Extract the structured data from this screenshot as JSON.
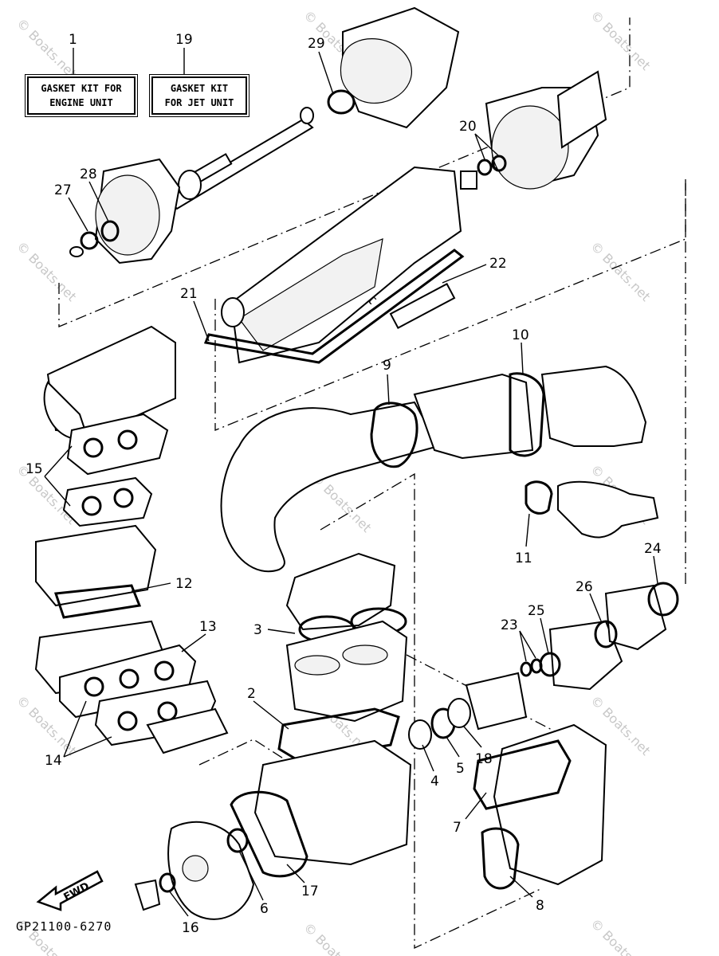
{
  "kits": [
    {
      "number": "1",
      "line1": "GASKET KIT FOR",
      "line2": "ENGINE UNIT"
    },
    {
      "number": "19",
      "line1": "GASKET KIT",
      "line2": "FOR JET UNIT"
    }
  ],
  "callouts": {
    "c2": "2",
    "c3": "3",
    "c4": "4",
    "c5": "5",
    "c6": "6",
    "c7": "7",
    "c8": "8",
    "c9": "9",
    "c10": "10",
    "c11": "11",
    "c12": "12",
    "c13": "13",
    "c14": "14",
    "c15": "15",
    "c16": "16",
    "c17": "17",
    "c18": "18",
    "c20": "20",
    "c21": "21",
    "c22": "22",
    "c23": "23",
    "c24": "24",
    "c25": "25",
    "c26": "26",
    "c27": "27",
    "c28": "28",
    "c29": "29"
  },
  "direction_label": "FWD",
  "drawing_code": "GP21100-6270",
  "watermark": "© Boats.net"
}
